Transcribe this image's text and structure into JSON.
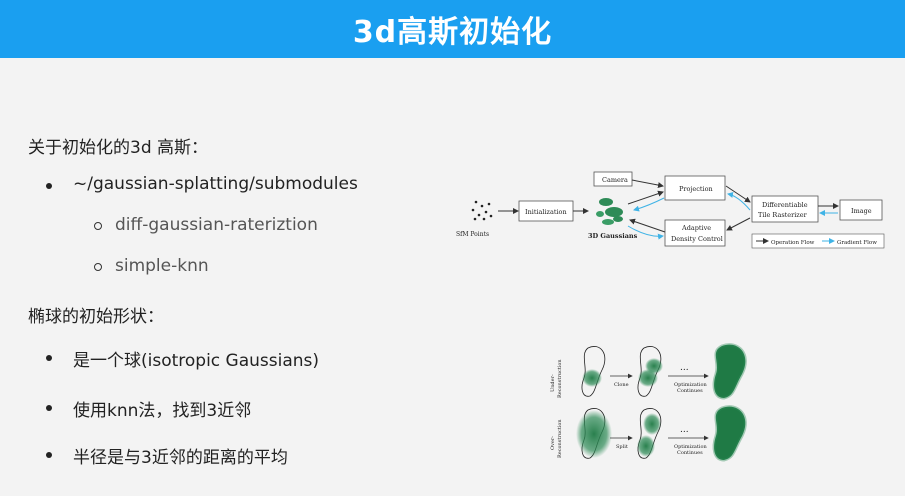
{
  "slide": {
    "title": "3d高斯初始化"
  },
  "section1": {
    "heading": "关于初始化的3d 高斯：",
    "bullet": "~/gaussian-splatting/submodules",
    "subitems": [
      "diff-gaussian-rateriztion",
      "simple-knn"
    ]
  },
  "section2": {
    "heading": "椭球的初始形状：",
    "bullets": [
      "是一个球(isotropic Gaussians)",
      "使用knn法，找到3近邻",
      "半径是与3近邻的距离的平均"
    ]
  },
  "pipeline": {
    "sfm": "SfM Points",
    "init": "Initialization",
    "gauss": "3D Gaussians",
    "camera": "Camera",
    "projection": "Projection",
    "adaptive1": "Adaptive",
    "adaptive2": "Density Control",
    "raster1": "Differentiable",
    "raster2": "Tile Rasterizer",
    "image": "Image",
    "legend_op": "Operation Flow",
    "legend_grad": "Gradient Flow"
  },
  "recon": {
    "under1": "Under-",
    "under2": "Reconstruction",
    "over1": "Over-",
    "over2": "Reconstruction",
    "clone": "Clone",
    "split": "Split",
    "opt1": "Optimization",
    "opt2": "Continues",
    "dots": "..."
  },
  "colors": {
    "title_bg": "#1a9ff0",
    "gaussian_green": "#2e8b57",
    "gradient_arrow": "#3fb3e6"
  }
}
